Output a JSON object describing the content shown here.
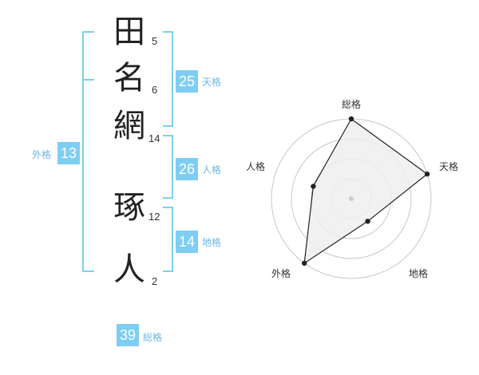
{
  "name": {
    "characters": [
      {
        "char": "田",
        "strokes": "5"
      },
      {
        "char": "名",
        "strokes": "6"
      },
      {
        "char": "網",
        "strokes": "14"
      },
      {
        "char": "琢",
        "strokes": "12"
      },
      {
        "char": "人",
        "strokes": "2"
      }
    ]
  },
  "fortune": {
    "tenkaku": {
      "value": "25",
      "label": "天格"
    },
    "jinkaku": {
      "value": "26",
      "label": "人格"
    },
    "chikaku": {
      "value": "14",
      "label": "地格"
    },
    "gaikaku": {
      "value": "13",
      "label": "外格"
    },
    "soukaku": {
      "value": "39",
      "label": "総格"
    }
  },
  "colors": {
    "accent": "#7ecdf3",
    "bracket": "#7ecdf3",
    "label": "#6fb6e6",
    "radar_fill": "#eeeeee",
    "radar_grid": "#c8c8c8",
    "radar_stroke": "#222222"
  },
  "chart_data": {
    "type": "radar",
    "axes": [
      "総格",
      "天格",
      "地格",
      "外格",
      "人格"
    ],
    "rings": 4,
    "values": [
      4,
      4,
      1.4,
      4,
      2
    ],
    "max": 4
  }
}
